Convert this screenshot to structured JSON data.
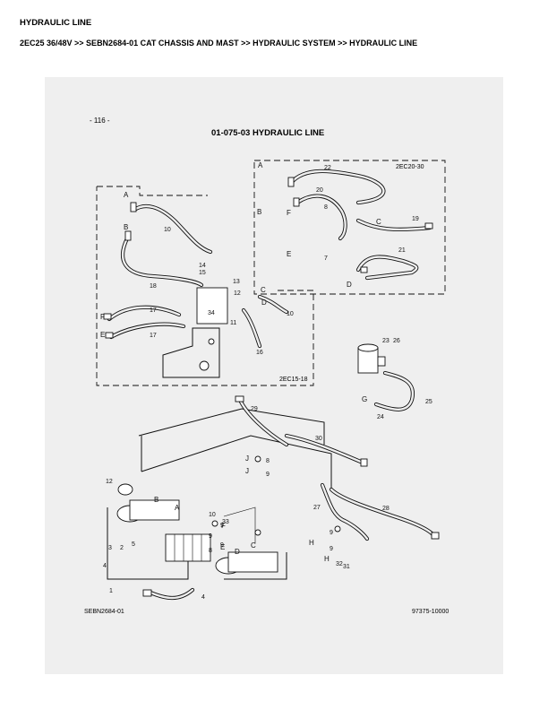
{
  "header": {
    "title": "HYDRAULIC LINE",
    "path": "2EC25 36/48V >> SEBN2684-01 CAT CHASSIS AND MAST >> HYDRAULIC SYSTEM >> HYDRAULIC LINE"
  },
  "diagram": {
    "page_number": "- 116 -",
    "title": "01-075-03 HYDRAULIC LINE",
    "inset_labels": [
      "2EC20-30",
      "2EC15-18"
    ],
    "footer_left": "SEBN2684-01",
    "footer_right": "97375-10000",
    "callouts": [
      "1",
      "2",
      "3",
      "4",
      "5",
      "6",
      "7",
      "8",
      "9",
      "10",
      "11",
      "12",
      "13",
      "14",
      "15",
      "16",
      "17",
      "18",
      "19",
      "20",
      "21",
      "22",
      "23",
      "24",
      "25",
      "26",
      "27",
      "28",
      "29",
      "30",
      "31",
      "32",
      "33",
      "34"
    ],
    "connection_letters": [
      "A",
      "B",
      "C",
      "D",
      "E",
      "F",
      "G",
      "H",
      "J"
    ]
  }
}
